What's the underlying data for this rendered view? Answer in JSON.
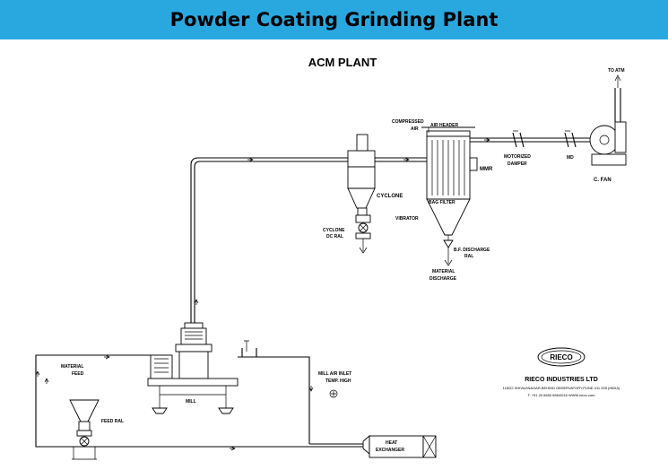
{
  "banner": {
    "title": "Powder Coating Grinding Plant"
  },
  "diagram": {
    "title": "ACM PLANT",
    "labels": {
      "to_atm": "TO ATM",
      "compressed": "COMPRESSED",
      "air": "AIR",
      "air_header": "AIR HEADER",
      "motorized": "MOTORIZED",
      "damper": "DAMPER",
      "md": "MD",
      "c_fan": "C. FAN",
      "mmr": "MMR",
      "cyclone": "CYCLONE",
      "bag_filter": "BAG FILTER",
      "vibrator": "VIBRATOR",
      "cyclone_dc_line1": "CYCLONE",
      "cyclone_dc_line2": "DC RAL",
      "bf_discharge_line1": "B.F. DISCHARGE",
      "bf_discharge_line2": "RAL",
      "material_discharge_line1": "MATERIAL",
      "material_discharge_line2": "DISCHARGE",
      "material_feed_line1": "MATERIAL",
      "material_feed_line2": "FEED",
      "mill": "MILL",
      "mill_air_inlet_line1": "MILL  AIR INLET",
      "mill_air_inlet_line2": "TEMP. HIGH",
      "feed_ral": "FEED RAL",
      "heat_line1": "HEAT",
      "heat_line2": "EXCHANGER"
    },
    "company": {
      "logo": "RIECO",
      "name": "RIECO INDUSTRIES LTD",
      "address": "118/22 SHIVAJINAGAR,BEHIND OBSERVATORY,PUNE-411 005 (INDIA)",
      "contact": "T: +91 20 6650 6564/016 WWW.rieco.com"
    }
  }
}
